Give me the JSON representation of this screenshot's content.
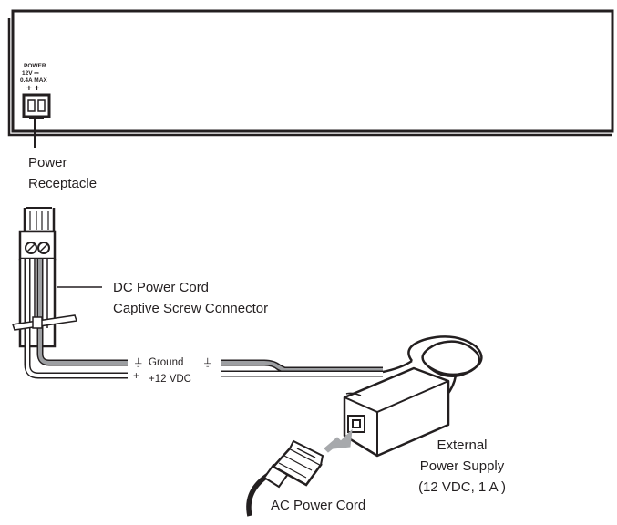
{
  "panel": {
    "power_label_line1": "POWER",
    "power_label_line2": "12V ⎓",
    "power_label_line3": "0.4A MAX",
    "polarity_label": "+ +"
  },
  "labels": {
    "power_receptacle_line1": "Power",
    "power_receptacle_line2": "Receptacle",
    "dc_cord_line1": "DC Power Cord",
    "dc_cord_line2": "Captive Screw Connector",
    "ground": "Ground",
    "plus_12vdc": "+12 VDC",
    "ext_supply_line1": "External",
    "ext_supply_line2": "Power Supply",
    "ext_supply_line3": "(12 VDC, 1 A )",
    "ac_cord": "AC Power Cord"
  },
  "symbols": {
    "ground_symbol": "⏚",
    "plus_symbol": "+"
  },
  "colors": {
    "line": "#231f20",
    "wire_gray": "#9d9fa2",
    "arrow_gray": "#a7a9ac",
    "connector_fill": "#ffffff",
    "background": "#ffffff"
  }
}
